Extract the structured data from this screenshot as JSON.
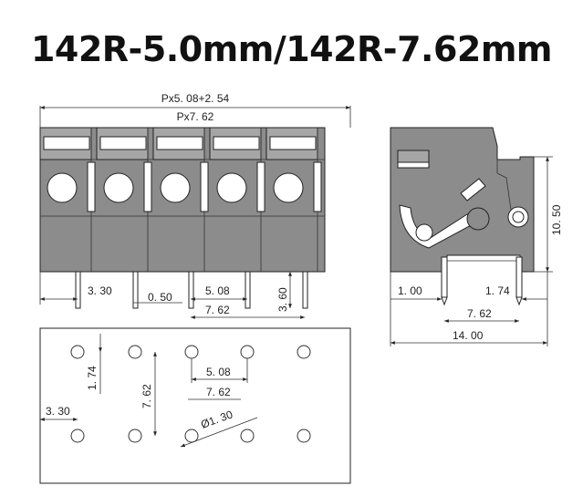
{
  "title": "142R-5.0mm/142R-7.62mm",
  "front_view": {
    "top_dim_1": "Px5. 08+2. 54",
    "top_dim_2": "Px7. 62",
    "dim_330": "3. 30",
    "dim_050": "0. 50",
    "dim_508": "5. 08",
    "dim_762": "7. 62",
    "dim_360": "3. 60"
  },
  "side_view": {
    "dim_height": "10. 50",
    "dim_100": "1. 00",
    "dim_174": "1. 74",
    "dim_762": "7. 62",
    "dim_1400": "14. 00"
  },
  "pcb_layout": {
    "dim_174": "1. 74",
    "dim_762_v": "7. 62",
    "dim_508": "5. 08",
    "dim_762_h": "7. 62",
    "dim_330": "3. 30",
    "dim_hole": "Ø1. 30"
  },
  "colors": {
    "body": "#8c8c8c",
    "body_light": "#a6a6a6"
  }
}
